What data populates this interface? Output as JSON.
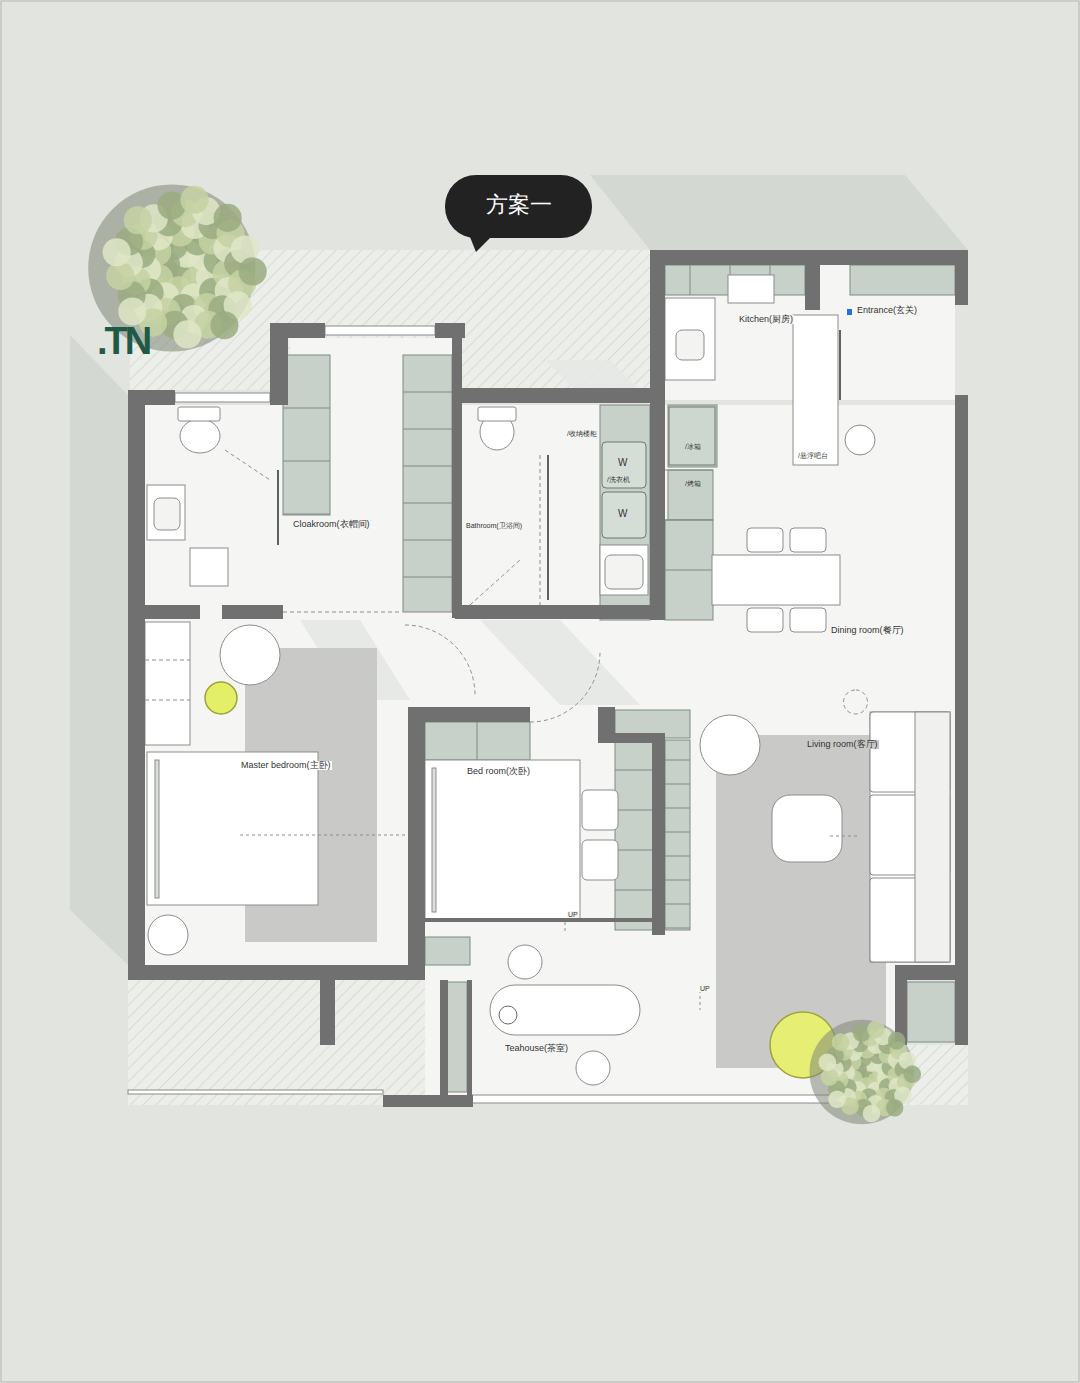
{
  "diagram": {
    "title": "方案一",
    "labels": [
      ".TN",
      "Kitchen(厨房)",
      "Entrance(玄关)",
      "Cloakroom(衣帽间)",
      "Bathroom(卫浴间)",
      "/收纳楼柜",
      "W",
      "/洗衣机",
      "W",
      "/冰箱",
      "/烤箱",
      "/悬浮吧台",
      "Dining room(餐厅)",
      "Living room(客厅)",
      "Master bedroom(主卧)",
      "Bed room(次卧)",
      "UP",
      "UP",
      "Teahouse(茶室)"
    ]
  }
}
